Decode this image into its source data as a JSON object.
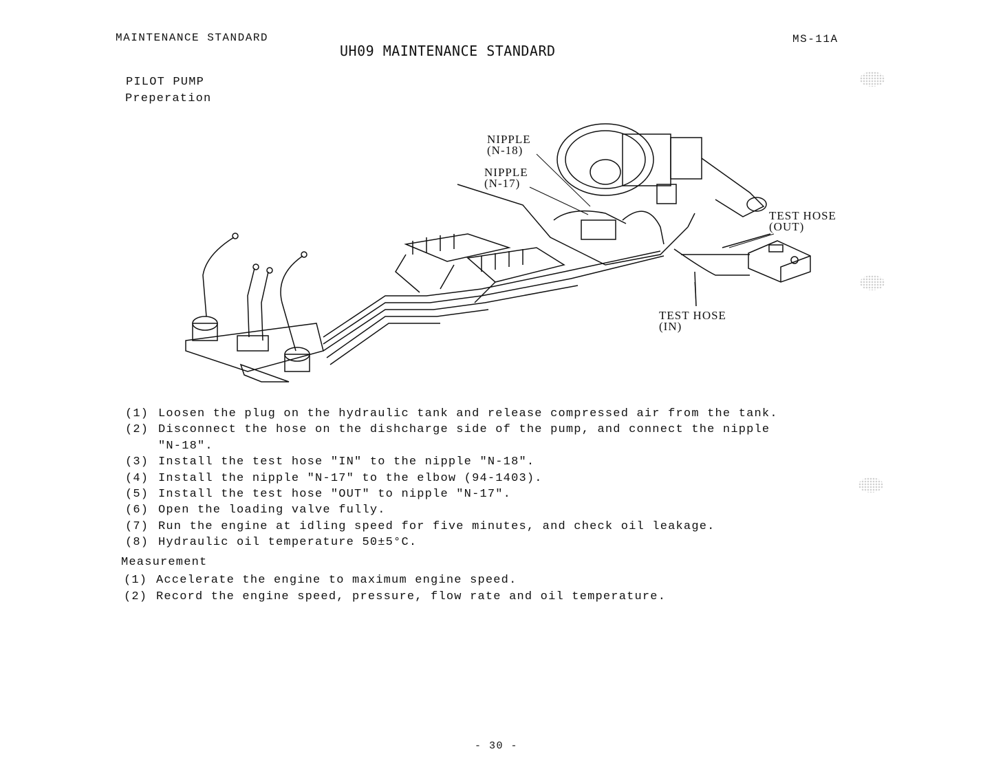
{
  "header": {
    "left": "MAINTENANCE STANDARD",
    "title": "UH09 MAINTENANCE STANDARD",
    "code": "MS-11A"
  },
  "section": {
    "title": "PILOT PUMP",
    "subtitle": "Preperation"
  },
  "figure": {
    "labels": {
      "n18_a": "NIPPLE",
      "n18_b": "(N-18)",
      "n17_a": "NIPPLE",
      "n17_b": "(N-17)",
      "out_a": "TEST HOSE",
      "out_b": "(OUT)",
      "in_a": "TEST HOSE",
      "in_b": "(IN)"
    }
  },
  "preparation_steps": [
    {
      "n": "(1)",
      "text": "Loosen the plug on the hydraulic tank and release compressed air from the tank."
    },
    {
      "n": "(2)",
      "text": "Disconnect the hose on the dishcharge side of the pump, and connect the nipple",
      "cont": "\"N-18\"."
    },
    {
      "n": "(3)",
      "text": "Install the test hose \"IN\" to the nipple \"N-18\"."
    },
    {
      "n": "(4)",
      "text": "Install the nipple \"N-17\" to the elbow (94-1403)."
    },
    {
      "n": "(5)",
      "text": "Install the test hose \"OUT\" to nipple \"N-17\"."
    },
    {
      "n": "(6)",
      "text": "Open the loading valve fully."
    },
    {
      "n": "(7)",
      "text": "Run the engine at idling speed for five minutes, and check oil leakage."
    },
    {
      "n": "(8)",
      "text": "Hydraulic oil temperature 50±5°C."
    }
  ],
  "measurement": {
    "title": "Measurement",
    "steps": [
      {
        "n": "(1)",
        "text": "Accelerate the engine to maximum engine speed."
      },
      {
        "n": "(2)",
        "text": "Record the engine speed, pressure, flow rate and oil temperature."
      }
    ]
  },
  "footer": {
    "page": "- 30 -"
  }
}
